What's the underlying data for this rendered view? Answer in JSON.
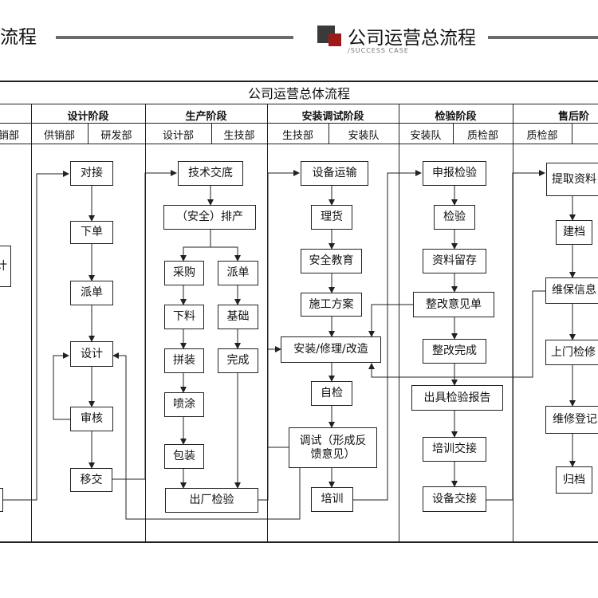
{
  "header": {
    "left_text": "流程",
    "right_title": "公司运营总流程",
    "right_subtitle": "/SUCCESS CASE",
    "colors": {
      "line": "#6b6b6b",
      "square_dark": "#3a3a3a",
      "square_red": "#9e1a1a"
    }
  },
  "table": {
    "title": "公司运营总体流程",
    "stages": [
      "设计阶段",
      "生产阶段",
      "安装调试阶段",
      "检验阶段",
      "售后阶"
    ],
    "departments": [
      "销部",
      "供销部",
      "研发部",
      "设计部",
      "生技部",
      "生技部",
      "安装队",
      "安装队",
      "质检部",
      "质检部"
    ]
  },
  "boxes": {
    "duijie": "对接",
    "xiadan": "下单",
    "paidan1": "派单",
    "sheji": "设计",
    "shenhe": "审核",
    "yijiao": "移交",
    "jishu": "技术交底",
    "paichan": "（安全）排产",
    "caigou": "采购",
    "paidan2": "派单",
    "xialiao": "下料",
    "jichu": "基础",
    "pinzhuang": "拼装",
    "wancheng": "完成",
    "pentu": "喷涂",
    "baozhuang": "包装",
    "chuchang": "出厂检验",
    "shebei": "设备运输",
    "lihuo": "理货",
    "anquan": "安全教育",
    "shigong": "施工方案",
    "anzhuang": "安装/修理/改造",
    "zijian": "自检",
    "tiaoshi": "调试（形成反馈意见）",
    "peixun": "培训",
    "shenbao": "申报检验",
    "jianyan": "检验",
    "ziliao": "资料留存",
    "zhenggai": "整改意见单",
    "zhenggaiwc": "整改完成",
    "chuju": "出具检验报告",
    "peixunjj": "培训交接",
    "shebeijj": "设备交接",
    "tiqu": "提取资料",
    "jiandang": "建档",
    "weibao": "维保信息",
    "shangmen": "上门检修",
    "weixiu": "维修登记",
    "guidang": "归档",
    "left_cut": "计"
  }
}
